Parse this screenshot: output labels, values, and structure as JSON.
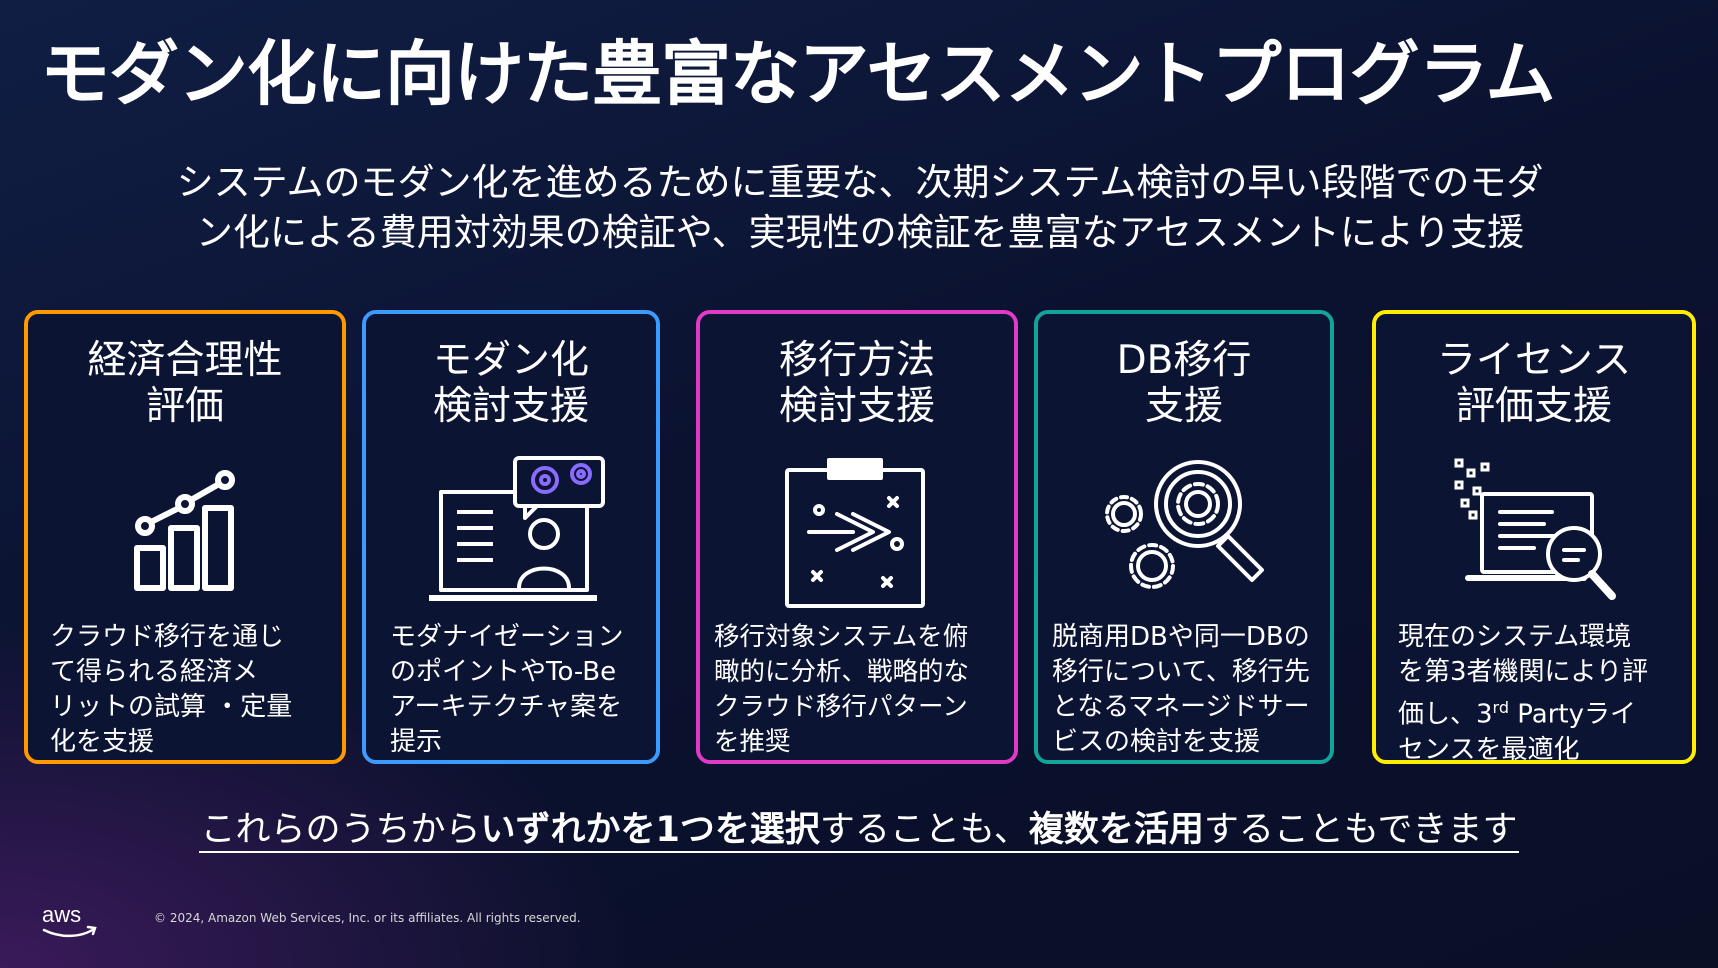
{
  "title": "モダン化に向けた豊富なアセスメントプログラム",
  "subtitle": {
    "line1": "システムのモダン化を進めるために重要な、次期システム検討の早い段階でのモダ",
    "line2": "ン化による費用対効果の検証や、実現性の検証を豊富なアセスメントにより支援"
  },
  "cards": [
    {
      "title1": "経済合理性",
      "title2": "評価",
      "icon": "growth-chart-icon",
      "color": "#ff9900",
      "desc": "クラウド移行を通じ\nて得られる経済メ\nリットの試算 ・定量\n化を支援"
    },
    {
      "title1": "モダン化",
      "title2": "検討支援",
      "icon": "modernization-consult-icon",
      "color": "#3b9bff",
      "desc": "モダナイゼーション\nのポイントやTo-Be\nアーキテクチャ案を\n提示"
    },
    {
      "title1": "移行方法",
      "title2": "検討支援",
      "icon": "migration-strategy-board-icon",
      "color": "#e03bc6",
      "desc": "移行対象システムを俯\n瞰的に分析、戦略的な\nクラウド移行パターン\nを推奨"
    },
    {
      "title1": "DB移行",
      "title2": "支援",
      "icon": "gear-magnifier-icon",
      "color": "#12a39a",
      "desc": "脱商用DBや同一DBの\n移行について、移行先\nとなるマネージドサー\nビスの検討を支援"
    },
    {
      "title1": "ライセンス",
      "title2": "評価支援",
      "icon": "license-inspection-icon",
      "color": "#ffee00",
      "desc_a": "現在のシステム環境\nを第3者機関により評\n価し、3",
      "desc_sup": "rd",
      "desc_b": " Partyライ\nセンスを最適化"
    }
  ],
  "footnote": {
    "part1": "これらのうちから",
    "bold1": "いずれかを1つを選択",
    "part2": "することも、",
    "bold2": "複数を活用",
    "part3": "することもできます"
  },
  "copyright": "© 2024, Amazon Web Services, Inc. or its affiliates. All rights reserved.",
  "logo_text": "aws"
}
